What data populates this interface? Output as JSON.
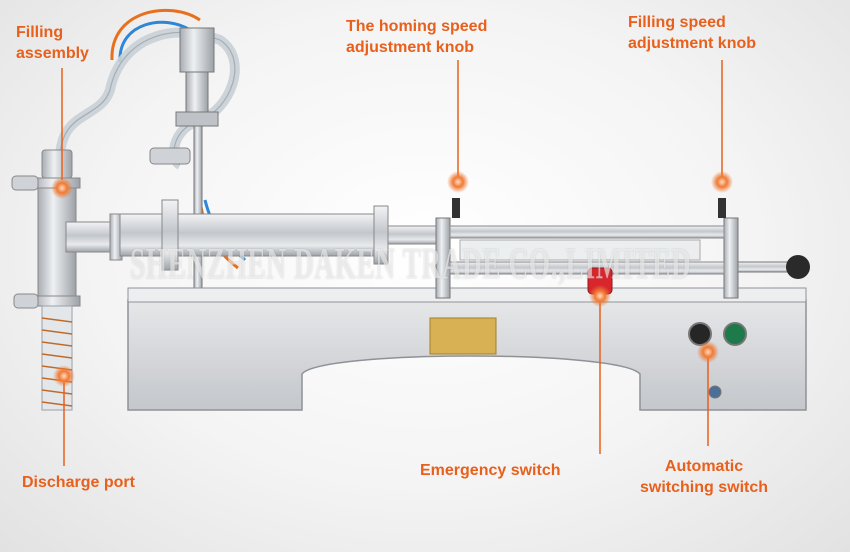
{
  "callouts": {
    "filling_assembly": [
      "Filling",
      "assembly"
    ],
    "homing_speed_knob": [
      "The homing speed",
      "adjustment knob"
    ],
    "filling_speed_knob": [
      "Filling speed",
      "adjustment knob"
    ],
    "discharge_port": [
      "Discharge port"
    ],
    "emergency_switch": [
      "Emergency switch"
    ],
    "automatic_switch": [
      "Automatic",
      "switching switch"
    ]
  },
  "watermark": "SHENZHEN DAKEN TRADE CO.,LIMITED",
  "colors": {
    "callout": "#e8601c",
    "steel": "#c9cdd2",
    "panel": "#d6d8db",
    "emergency_button": "#d8262c",
    "start_button": "#1e7a4a",
    "plate": "#d8b154"
  }
}
